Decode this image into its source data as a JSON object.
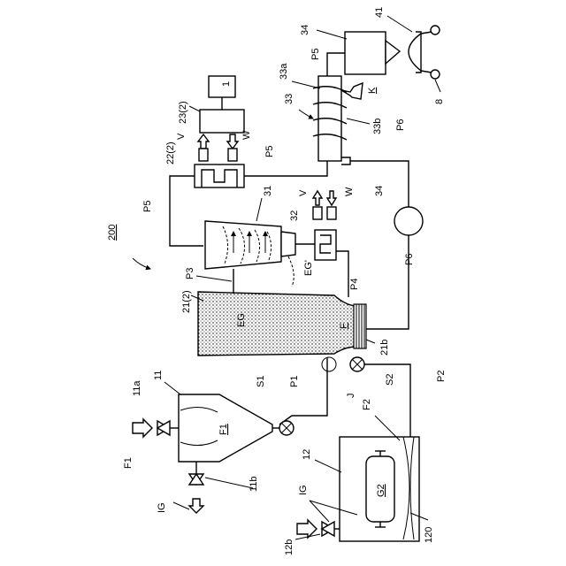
{
  "labels": {
    "system": "200",
    "controller": "1",
    "ctrl_unit": "23(2)",
    "exchanger": "22(2)",
    "v_top": "V",
    "w_top": "W",
    "p5_top": "P5",
    "p5_left": "P5",
    "p5_right": "P5",
    "separator": "31",
    "v_mid": "V",
    "w_mid": "W",
    "cooler": "32",
    "pump": "34",
    "p6_upper": "P6",
    "p6_lower": "P6",
    "p3": "P3",
    "p4": "P4",
    "eg_prime": "EG'",
    "chamber": "21(2)",
    "eg": "EG",
    "f_chamber": "F",
    "filter": "21b",
    "screw": "33",
    "screw_a": "33a",
    "screw_b": "33b",
    "hopper_in": "K",
    "tank": "34",
    "cart": "41",
    "cart_no": "8",
    "s1": "S1",
    "s2": "S2",
    "p1": "P1",
    "p2": "P2",
    "j": "J",
    "f2": "F2",
    "bin": "12",
    "g2": "G2",
    "n120": "120",
    "v12b": "12b",
    "ig_bottom": "IG",
    "ig_left": "IG",
    "hopper": "11",
    "v11a": "11a",
    "f1_in": "F1",
    "f1_hopper": "F1",
    "v11b": "11b"
  }
}
